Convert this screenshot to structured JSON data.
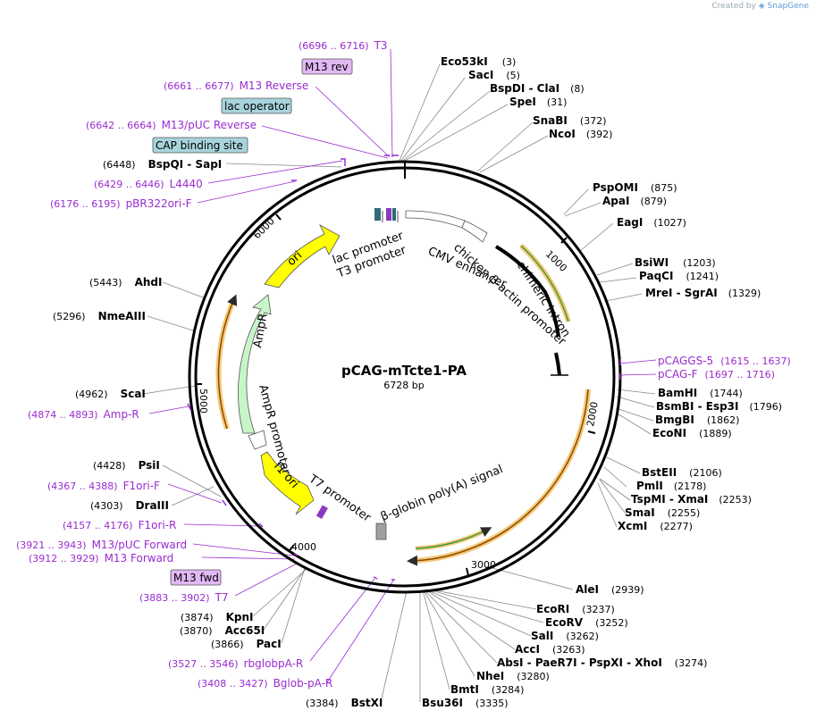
{
  "credit": {
    "prefix": "Created by",
    "brand": "SnapGene"
  },
  "plasmid": {
    "name": "pCAG-mTcte1-PA",
    "length_label": "6728 bp",
    "length": 6728
  },
  "colors": {
    "backbone": "#000000",
    "enzyme_line": "#888888",
    "primer": "#9a2bd0",
    "ori": "#ffff00",
    "ampr": "#c8f5c8",
    "promoter": "#ffffff",
    "polyA": "#a0a0a0",
    "orf_highlight": "#f5c97a",
    "green_arrow": "#3a9a3a",
    "operator_box": "#a8d4dc",
    "m13_box": "#e2b8f5"
  },
  "ticks": [
    "1000",
    "2000",
    "3000",
    "4000",
    "5000",
    "6000"
  ],
  "enzymes": [
    {
      "name": "Eco53kI",
      "pos": "(3)"
    },
    {
      "name": "SacI",
      "pos": "(5)"
    },
    {
      "name": "BspDI  -  ClaI",
      "pos": "(8)"
    },
    {
      "name": "SpeI",
      "pos": "(31)"
    },
    {
      "name": "SnaBI",
      "pos": "(372)"
    },
    {
      "name": "NcoI",
      "pos": "(392)"
    },
    {
      "name": "PspOMI",
      "pos": "(875)"
    },
    {
      "name": "ApaI",
      "pos": "(879)"
    },
    {
      "name": "EagI",
      "pos": "(1027)"
    },
    {
      "name": "BsiWI",
      "pos": "(1203)"
    },
    {
      "name": "PaqCI",
      "pos": "(1241)"
    },
    {
      "name": "MreI  -  SgrAI",
      "pos": "(1329)"
    },
    {
      "name": "BamHI",
      "pos": "(1744)"
    },
    {
      "name": "BsmBI  -  Esp3I",
      "pos": "(1796)"
    },
    {
      "name": "BmgBI",
      "pos": "(1862)"
    },
    {
      "name": "EcoNI",
      "pos": "(1889)"
    },
    {
      "name": "BstEII",
      "pos": "(2106)"
    },
    {
      "name": "PmlI",
      "pos": "(2178)"
    },
    {
      "name": "TspMI  -  XmaI",
      "pos": "(2253)"
    },
    {
      "name": "SmaI",
      "pos": "(2255)"
    },
    {
      "name": "XcmI",
      "pos": "(2277)"
    },
    {
      "name": "AleI",
      "pos": "(2939)"
    },
    {
      "name": "EcoRI",
      "pos": "(3237)"
    },
    {
      "name": "EcoRV",
      "pos": "(3252)"
    },
    {
      "name": "SalI",
      "pos": "(3262)"
    },
    {
      "name": "AccI",
      "pos": "(3263)"
    },
    {
      "name": "AbsI  -  PaeR7I  -  PspXI  -  XhoI",
      "pos": "(3274)"
    },
    {
      "name": "NheI",
      "pos": "(3280)"
    },
    {
      "name": "BmtI",
      "pos": "(3284)"
    },
    {
      "name": "Bsu36I",
      "pos": "(3335)"
    },
    {
      "name": "BstXI",
      "pos": "(3384)"
    },
    {
      "name": "PacI",
      "pos": "(3866)"
    },
    {
      "name": "Acc65I",
      "pos": "(3870)"
    },
    {
      "name": "KpnI",
      "pos": "(3874)"
    },
    {
      "name": "DraIII",
      "pos": "(4303)"
    },
    {
      "name": "PsiI",
      "pos": "(4428)"
    },
    {
      "name": "ScaI",
      "pos": "(4962)"
    },
    {
      "name": "NmeAIII",
      "pos": "(5296)"
    },
    {
      "name": "AhdI",
      "pos": "(5443)"
    },
    {
      "name": "BspQI  -  SapI",
      "pos": "(6448)"
    }
  ],
  "primers": [
    {
      "range": "(6696 .. 6716)",
      "name": "T3"
    },
    {
      "range": "(6661 .. 6677)",
      "name": "M13 Reverse"
    },
    {
      "range": "(6642 .. 6664)",
      "name": "M13/pUC Reverse"
    },
    {
      "range": "(6429 .. 6446)",
      "name": "L4440"
    },
    {
      "range": "(6176 .. 6195)",
      "name": "pBR322ori-F"
    },
    {
      "range": "(4874 .. 4893)",
      "name": "Amp-R"
    },
    {
      "range": "(4367 .. 4388)",
      "name": "F1ori-F"
    },
    {
      "range": "(4157 .. 4176)",
      "name": "F1ori-R"
    },
    {
      "range": "(3921 .. 3943)",
      "name": "M13/pUC Forward"
    },
    {
      "range": "(3912 .. 3929)",
      "name": "M13 Forward"
    },
    {
      "range": "(3883 .. 3902)",
      "name": "T7"
    },
    {
      "range": "(3527 .. 3546)",
      "name": "rbglobpA-R"
    },
    {
      "range": "(3408 .. 3427)",
      "name": "Bglob-pA-R"
    },
    {
      "range": "(1615 .. 1637)",
      "name": "pCAGGS-5"
    },
    {
      "range": "(1697 .. 1716)",
      "name": "pCAG-F"
    }
  ],
  "boxed_labels": {
    "m13_rev": "M13 rev",
    "lac_operator": "lac operator",
    "cap_site": "CAP binding site",
    "m13_fwd": "M13 fwd"
  },
  "features": {
    "lac_promoter": "lac promoter",
    "t3_promoter": "T3 promoter",
    "cmv_enhancer": "CMV enhancer",
    "chicken_actin": "chicken β-actin promoter",
    "chimeric_intron": "chimeric intron",
    "ori": "ori",
    "ampr": "AmpR",
    "ampr_promoter": "AmpR promoter",
    "f1_ori": "f1 ori",
    "t7_promoter": "T7 promoter",
    "globin_polyA": "β-globin poly(A) signal"
  }
}
